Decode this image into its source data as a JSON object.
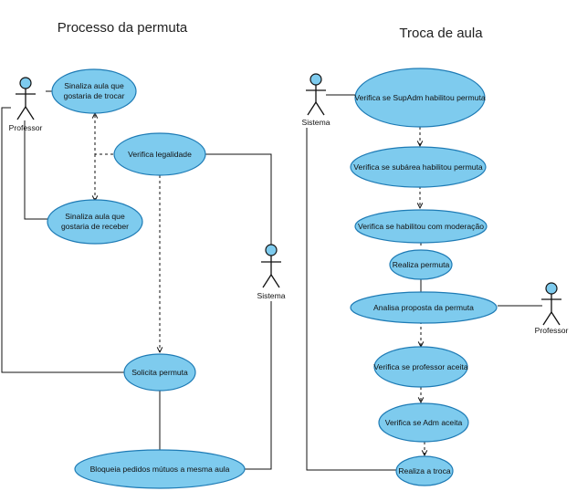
{
  "left_diagram": {
    "title": "Processo da permuta",
    "actors": {
      "professor": "Professor",
      "sistema": "Sistema"
    },
    "use_cases": {
      "sinaliza_trocar": [
        "Sinaliza aula que",
        "gostaria de trocar"
      ],
      "verifica_legalidade": [
        "Verifica legalidade"
      ],
      "sinaliza_receber": [
        "Sinaliza aula que",
        "gostaria de receber"
      ],
      "solicita_permuta": [
        "Solicita permuta"
      ],
      "bloqueia": [
        "Bloqueia pedidos mútuos a mesma aula"
      ]
    }
  },
  "right_diagram": {
    "title": "Troca de aula",
    "actors": {
      "sistema": "Sistema",
      "professor": "Professor"
    },
    "use_cases": {
      "supadm": [
        "Verifica se SupAdm habilitou permuta"
      ],
      "subarea": [
        "Verifica se subárea habilitou permuta"
      ],
      "moderacao": [
        "Verifica se habilitou com moderação"
      ],
      "realiza_permuta": [
        "Realiza permuta"
      ],
      "analisa": [
        "Analisa proposta da permuta"
      ],
      "professor_aceita": [
        "Verifica se professor aceita"
      ],
      "adm_aceita": [
        "Verifica se Adm aceita"
      ],
      "realiza_troca": [
        "Realiza a troca"
      ]
    }
  },
  "colors": {
    "use_case_fill": "#7ecbee",
    "use_case_stroke": "#1e7bb5",
    "line": "#111111"
  }
}
